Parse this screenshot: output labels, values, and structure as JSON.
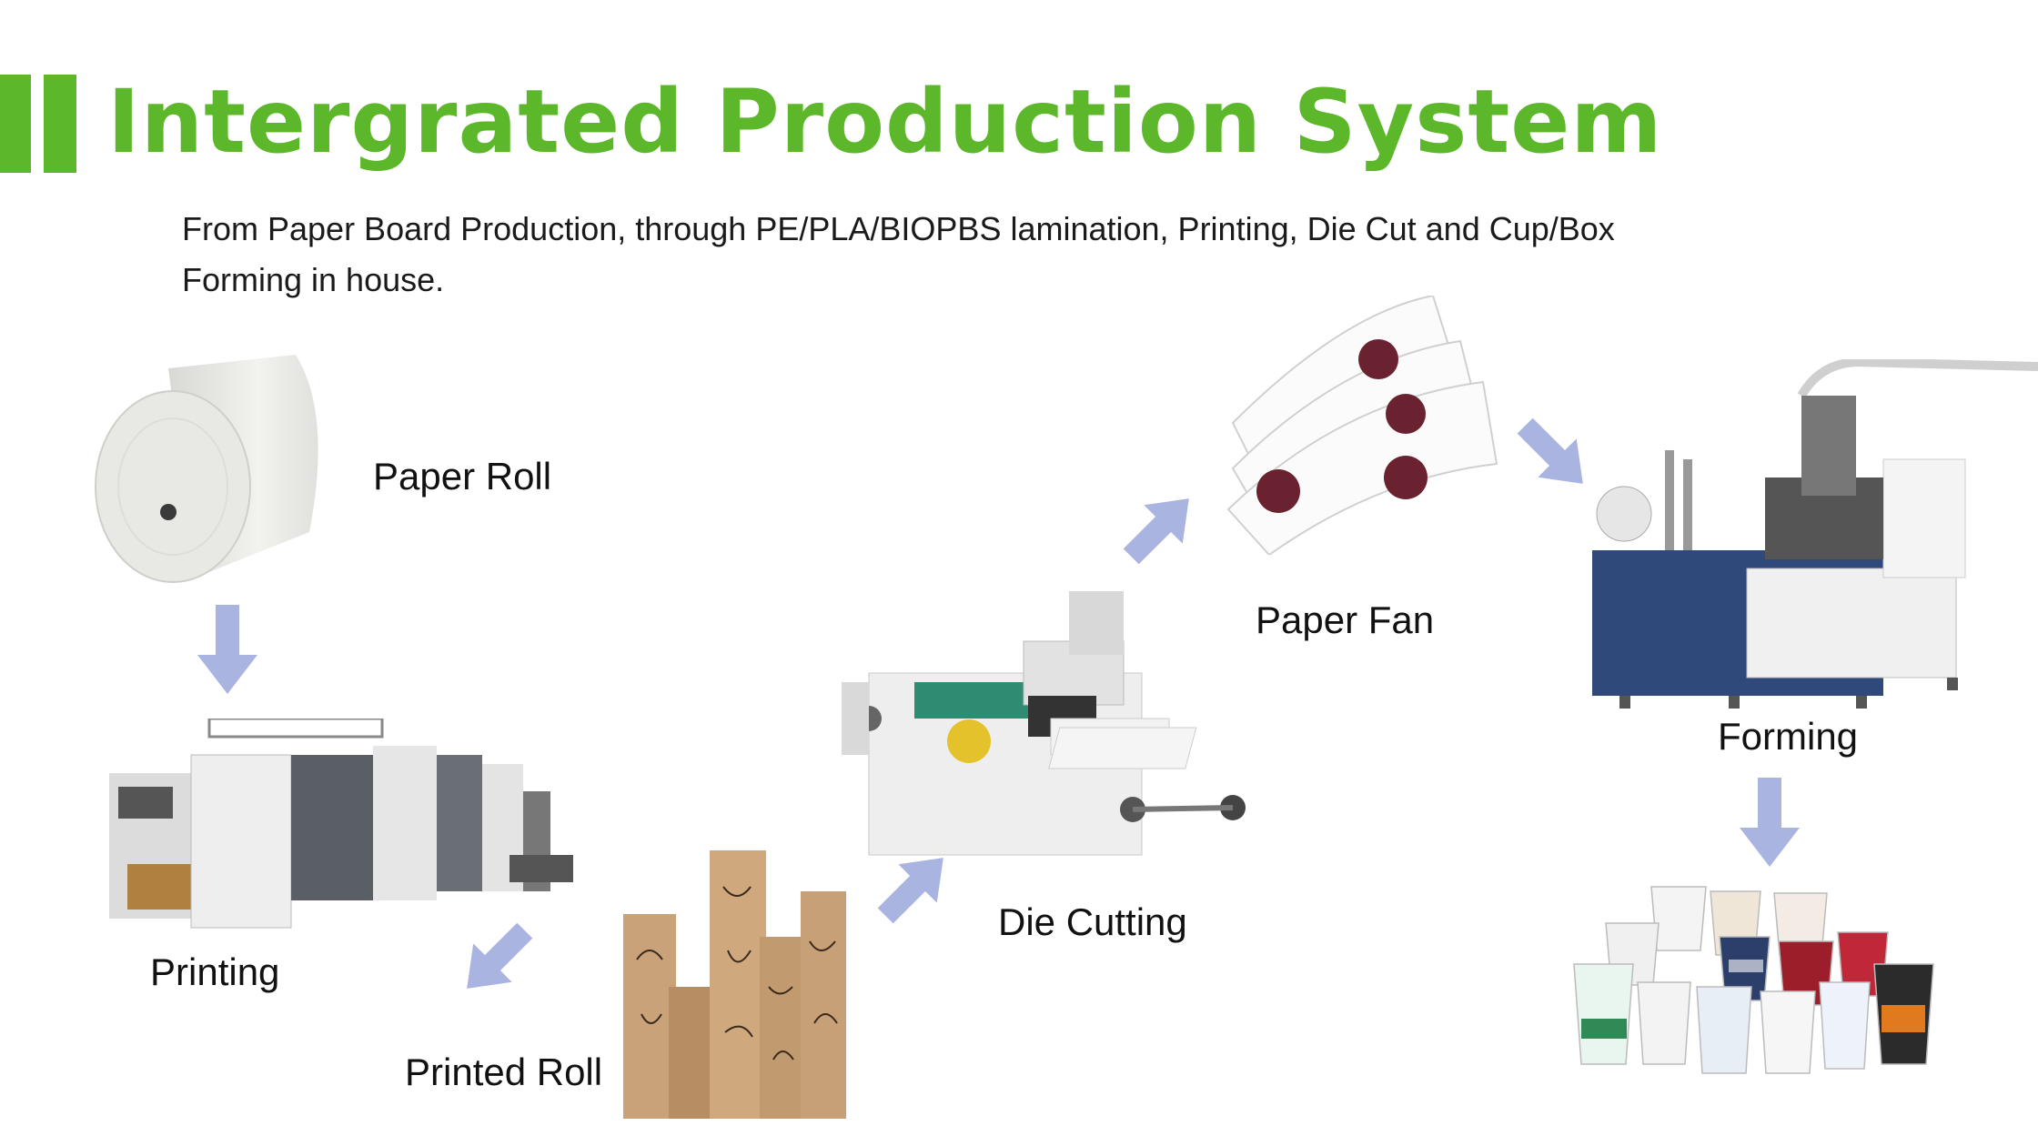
{
  "header": {
    "title": "Intergrated Production System",
    "subtitle": "From Paper Board Production, through PE/PLA/BIOPBS lamination, Printing, Die Cut and Cup/Box Forming in house."
  },
  "stages": {
    "paper_roll": "Paper Roll",
    "printing": "Printing",
    "printed_roll": "Printed Roll",
    "die_cutting": "Die Cutting",
    "paper_fan": "Paper Fan",
    "forming": "Forming"
  },
  "colors": {
    "accent": "#5cb82a",
    "arrow": "#a9b4e0"
  }
}
